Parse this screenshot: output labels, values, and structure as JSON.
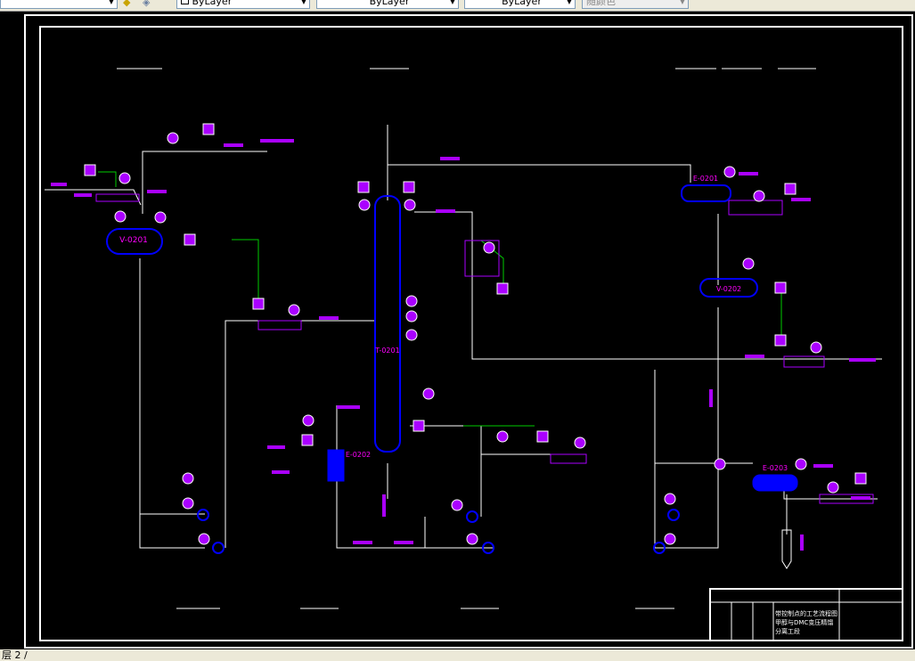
{
  "toolbar": {
    "layer_combo": "",
    "color_combo": "ByLayer",
    "linetype_combo": "ByLayer",
    "lineweight_combo": "ByLayer",
    "plotstyle_combo": "随颜色"
  },
  "drawing": {
    "equipment_labels": {
      "v0201": "V-0201",
      "t0201": "T-0201",
      "e0201": "E-0201",
      "v0202": "V-0202",
      "e0202": "E-0202",
      "e0203": "E-0203"
    },
    "title_block": {
      "line1": "带控制点的工艺流程图",
      "line2": "甲醇与DMC变压精馏",
      "line3": "分离工段"
    }
  },
  "colors": {
    "background": "#000000",
    "lines": "#ffffff",
    "equipment": "#0000ff",
    "instrument": "#aa00ff",
    "valve_red": "#ff0000",
    "signal": "#00c000",
    "label": "#ff00ff"
  },
  "status": {
    "text": "层 2 /"
  }
}
